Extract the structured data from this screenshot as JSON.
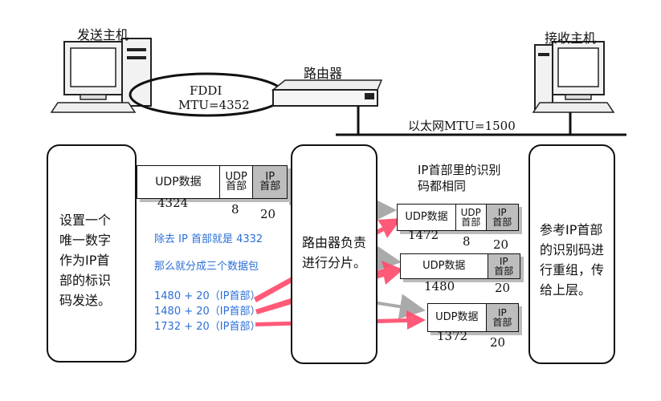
{
  "hosts": {
    "sender": "发送主机",
    "receiver": "接收主机"
  },
  "router": {
    "label": "路由器"
  },
  "links": {
    "fddi_line1": "FDDI",
    "fddi_line2": "MTU=4352",
    "ethernet": "以太网MTU=1500"
  },
  "boxes": {
    "left": [
      "设置一个",
      "唯一数字",
      "作为IP首",
      "部的标识",
      "码发送。"
    ],
    "middle": [
      "路由器负责",
      "进行分片。"
    ],
    "right": [
      "参考IP首部",
      "的识别码进",
      "行重组，传",
      "给上层。"
    ]
  },
  "id_note": [
    "IP首部里的识别",
    "码都相同"
  ],
  "original_packet": {
    "udp_label": "UDP数据",
    "udp_header_label": [
      "UDP",
      "首部"
    ],
    "ip_header_label": [
      "IP",
      "首部"
    ],
    "data_size": "4324",
    "udp_header_size": "8",
    "ip_header_size": "20"
  },
  "fragments": [
    {
      "udp_label": "UDP数据",
      "udp_header_label": [
        "UDP",
        "首部"
      ],
      "ip_header_label": [
        "IP",
        "首部"
      ],
      "data_size": "1472",
      "udp_header_size": "8",
      "ip_header_size": "20"
    },
    {
      "udp_label": "UDP数据",
      "ip_header_label": [
        "IP",
        "首部"
      ],
      "data_size": "1480",
      "ip_header_size": "20"
    },
    {
      "udp_label": "UDP数据",
      "ip_header_label": [
        "IP",
        "首部"
      ],
      "data_size": "1372",
      "ip_header_size": "20"
    }
  ],
  "annotations": {
    "total": "除去 IP 首部就是 4332",
    "split": "那么就分成三个数据包",
    "calc1": "1480 + 20（IP首部）",
    "calc2": "1480 + 20（IP首部）",
    "calc3": "1732 + 20（IP首部）"
  },
  "colors": {
    "arrow_red": "#ff4d6d",
    "annotation_blue": "#2b6fd6",
    "ip_header_fill": "#bdbdbd",
    "gray_arrow": "#aaaaaa"
  }
}
